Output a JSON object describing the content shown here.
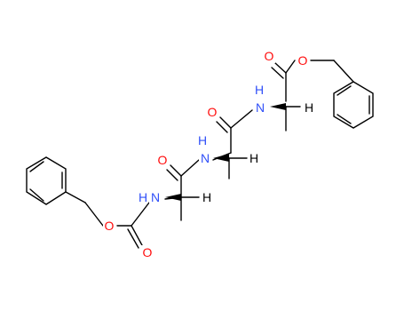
{
  "colors": {
    "bond": "#000000",
    "oxygen": "#ff0d0d",
    "nitrogen": "#3050f8",
    "hydrogen": "#000000",
    "wedge_nitrogen_side": "#2b2b9a"
  },
  "labels": {
    "ester_o_top": "O",
    "ester_o_carbonyl": "O",
    "n3": "N",
    "n3_h": "H",
    "h3": "H",
    "amide2_o": "O",
    "n2": "N",
    "n2_h": "H",
    "h2": "H",
    "amide1_o": "O",
    "n1": "N",
    "n1_h": "H",
    "h1": "H",
    "carbamate_o": "O",
    "carbamate_o_carbonyl": "O"
  }
}
